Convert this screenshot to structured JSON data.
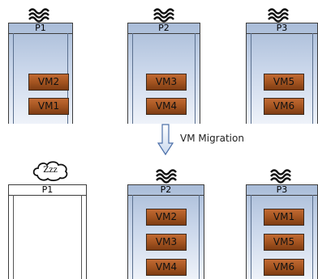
{
  "top_row": [
    {
      "host": "P1",
      "vms": [
        "VM2",
        "VM1"
      ]
    },
    {
      "host": "P2",
      "vms": [
        "VM3",
        "VM4"
      ]
    },
    {
      "host": "P3",
      "vms": [
        "VM5",
        "VM6"
      ]
    }
  ],
  "migration_label": "VM Migration",
  "bottom_row": [
    {
      "host": "P1",
      "state": "sleep",
      "sleep_label": "Zzz",
      "vms": []
    },
    {
      "host": "P2",
      "vms": [
        "VM2",
        "VM3",
        "VM4"
      ]
    },
    {
      "host": "P3",
      "vms": [
        "VM1",
        "VM5",
        "VM6"
      ]
    }
  ]
}
